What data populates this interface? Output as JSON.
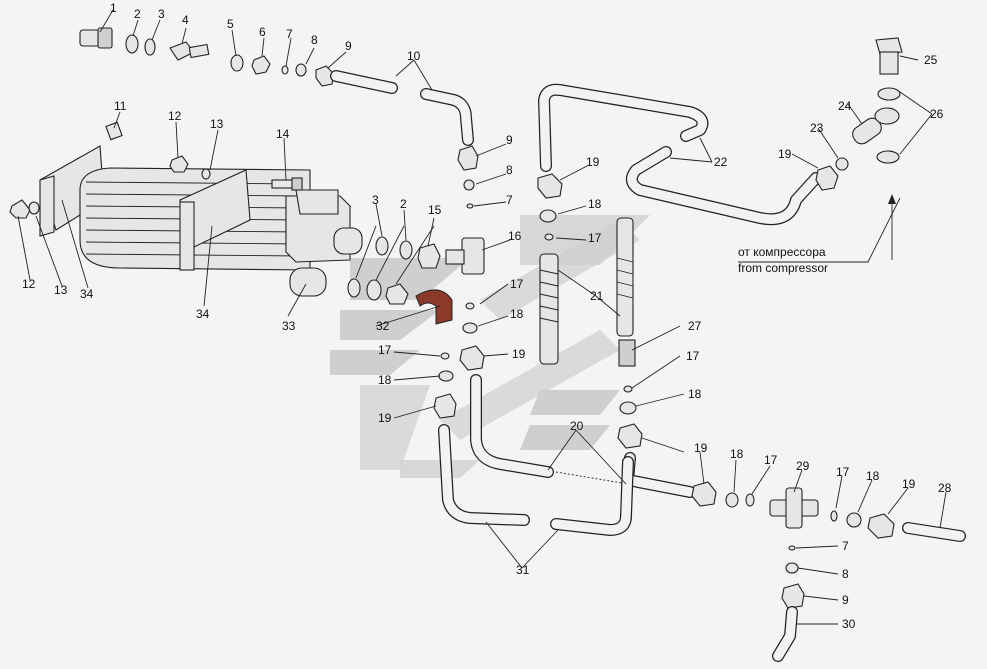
{
  "diagram": {
    "callouts": [
      "1",
      "2",
      "3",
      "4",
      "5",
      "6",
      "7",
      "8",
      "9",
      "10",
      "11",
      "12",
      "13",
      "14",
      "2",
      "3",
      "15",
      "16",
      "9",
      "8",
      "7",
      "19",
      "18",
      "17",
      "22",
      "23",
      "24",
      "25",
      "26",
      "19",
      "21",
      "17",
      "18",
      "19",
      "17",
      "18",
      "19",
      "20",
      "19",
      "18",
      "17",
      "29",
      "17",
      "18",
      "19",
      "28",
      "7",
      "8",
      "9",
      "30",
      "27",
      "17",
      "18",
      "31",
      "32",
      "33",
      "34",
      "34",
      "12",
      "13"
    ],
    "note_ru": "от компрессора",
    "note_en": "from compressor",
    "colors": {
      "line": "#222222",
      "fill": "#e6e6e6",
      "watermark": "#cfcfcf",
      "accent_part": "#8b3a2a"
    }
  }
}
